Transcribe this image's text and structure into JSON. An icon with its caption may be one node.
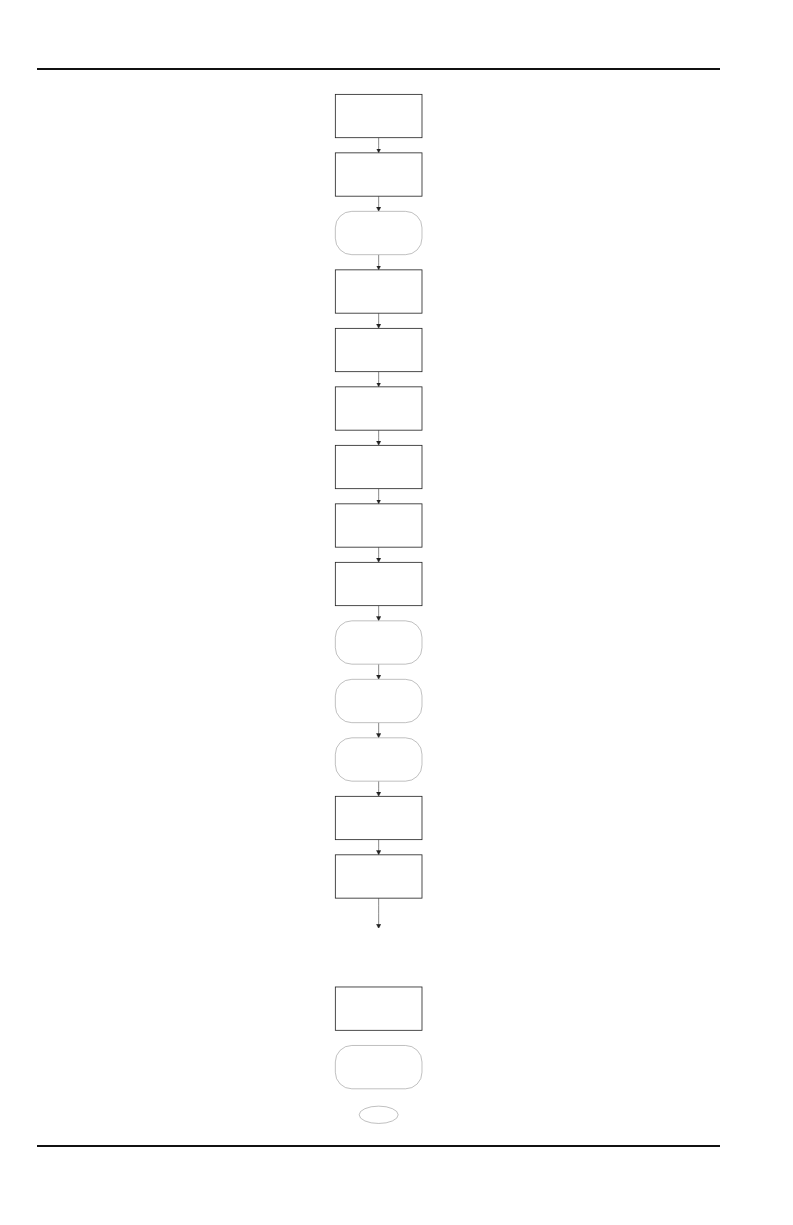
{
  "diagram": {
    "nodes": [
      {
        "text": [],
        "shape": "box"
      },
      {
        "text": [],
        "shape": "box"
      },
      {
        "text": [],
        "shape": "rounded"
      },
      {
        "text": [],
        "shape": "box"
      },
      {
        "text": [],
        "shape": "box"
      },
      {
        "text": [],
        "shape": "box"
      },
      {
        "text": [],
        "shape": "box"
      },
      {
        "text": [],
        "shape": "box"
      },
      {
        "text": [],
        "shape": "box"
      },
      {
        "text": [],
        "shape": "rounded"
      },
      {
        "text": [],
        "shape": "rounded"
      },
      {
        "text": [],
        "shape": "rounded"
      },
      {
        "text": [],
        "shape": "box"
      },
      {
        "text": [],
        "shape": "box"
      },
      {
        "text": [],
        "shape": "box"
      },
      {
        "text": [],
        "shape": "rounded"
      },
      {
        "text": [],
        "shape": "ellipse"
      }
    ],
    "edges": [
      {
        "from": 0,
        "to": 1,
        "arrow": "to"
      },
      {
        "from": 1,
        "to": 2,
        "arrow": "to"
      },
      {
        "from": 2,
        "to": 3,
        "arrow": "to"
      },
      {
        "from": 3,
        "to": 4,
        "arrow": "to"
      },
      {
        "from": 4,
        "to": 5,
        "arrow": "to"
      },
      {
        "from": 5,
        "to": 6,
        "arrow": "to"
      },
      {
        "from": 6,
        "to": 7,
        "arrow": "to"
      },
      {
        "from": 7,
        "to": 8,
        "arrow": "to"
      },
      {
        "from": 8,
        "to": 9,
        "arrow": "to"
      },
      {
        "from": 9,
        "to": 10,
        "arrow": "to"
      },
      {
        "from": 10,
        "to": 11,
        "arrow": "to"
      },
      {
        "from": 11,
        "to": 12,
        "arrow": "to"
      },
      {
        "from": 12,
        "to": 13,
        "arrow": "to"
      },
      {
        "from": 13,
        "to": null,
        "arrow": "to"
      }
    ]
  }
}
